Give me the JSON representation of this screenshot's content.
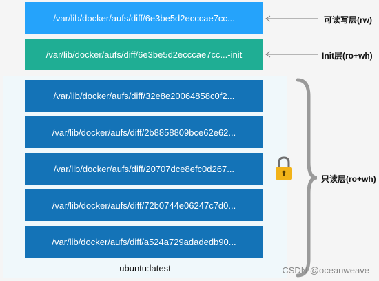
{
  "top_layers": {
    "readwrite": {
      "path": "/var/lib/docker/aufs/diff/6e3be5d2ecccae7cc...",
      "label": "可读写层(rw)",
      "color": "#25a3fb"
    },
    "init": {
      "path": "/var/lib/docker/aufs/diff/6e3be5d2ecccae7cc...-init",
      "label": "Init层(ro+wh)",
      "color": "#1fae94"
    }
  },
  "readonly_group": {
    "label": "只读层(ro+wh)",
    "image_name": "ubuntu:latest",
    "color": "#1473b7",
    "layers": [
      {
        "path": "/var/lib/docker/aufs/diff/32e8e20064858c0f2..."
      },
      {
        "path": "/var/lib/docker/aufs/diff/2b8858809bce62e62..."
      },
      {
        "path": "/var/lib/docker/aufs/diff/20707dce8efc0d267..."
      },
      {
        "path": "/var/lib/docker/aufs/diff/72b0744e06247c7d0..."
      },
      {
        "path": "/var/lib/docker/aufs/diff/a524a729adadedb90..."
      }
    ]
  },
  "icons": {
    "lock": "lock-icon",
    "brace": "right-curly-brace"
  },
  "watermark": "CSDN @oceanweave"
}
